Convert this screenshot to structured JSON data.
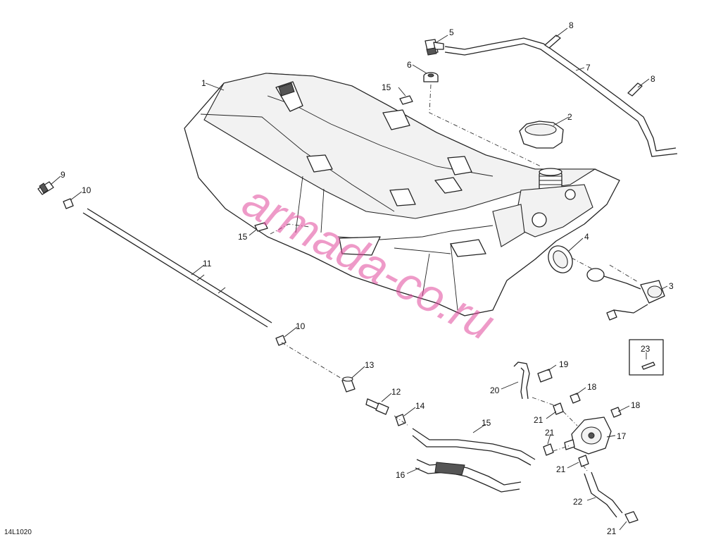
{
  "drawing_code": "14L1020",
  "watermark": "armada-co.ru",
  "part_labels": [
    "1",
    "2",
    "3",
    "4",
    "5",
    "6",
    "7",
    "8",
    "8",
    "9",
    "10",
    "10",
    "11",
    "12",
    "13",
    "14",
    "15",
    "15",
    "15",
    "16",
    "17",
    "18",
    "18",
    "19",
    "20",
    "21",
    "21",
    "21",
    "21",
    "21",
    "22",
    "23"
  ],
  "colors": {
    "line": "#222222",
    "watermark": "#e0479a",
    "background": "#ffffff"
  }
}
